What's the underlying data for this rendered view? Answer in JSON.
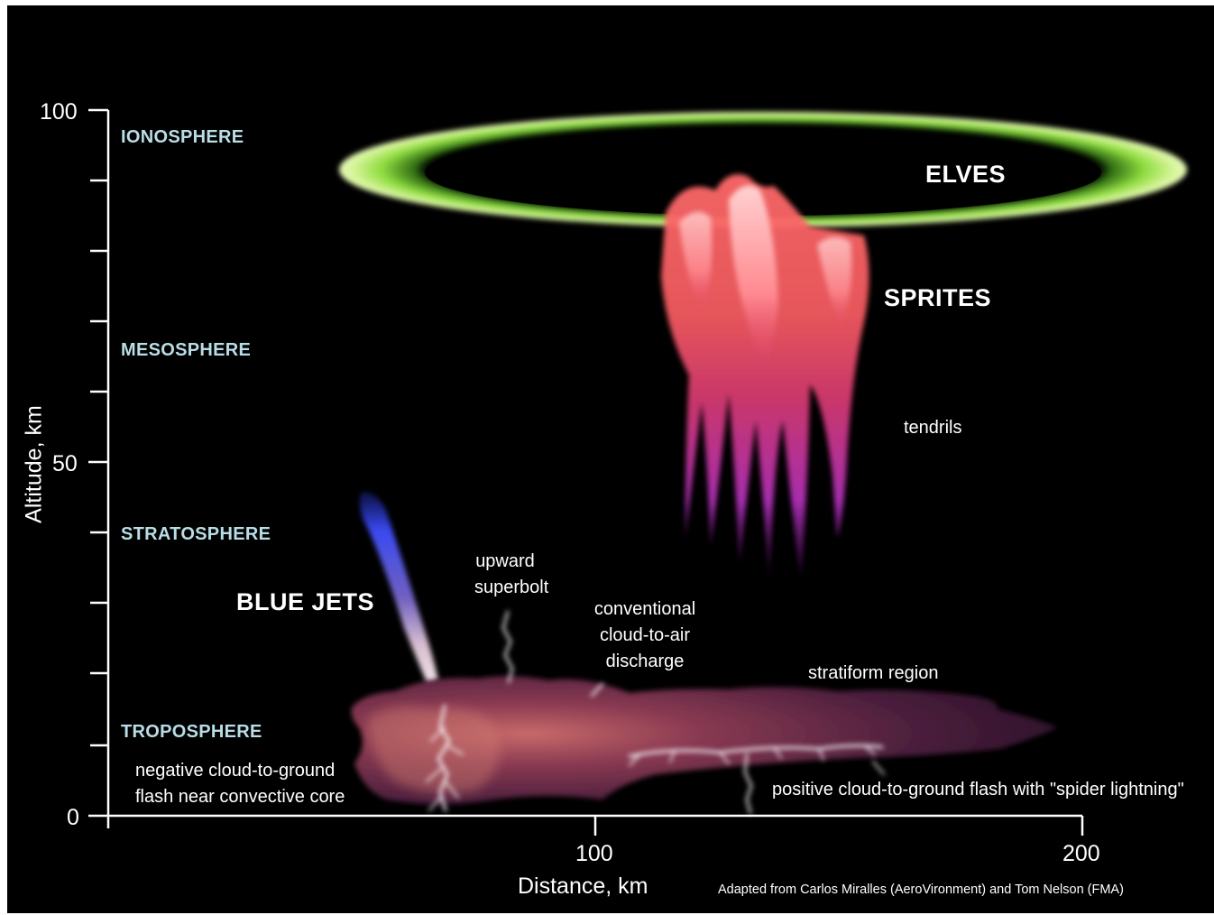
{
  "axes": {
    "y_label": "Altitude, km",
    "x_label": "Distance, km",
    "y_ticks": [
      "100",
      "50",
      "0"
    ],
    "x_ticks": [
      "100",
      "200"
    ]
  },
  "layers": {
    "ionosphere": "IONOSPHERE",
    "mesosphere": "MESOSPHERE",
    "stratosphere": "STRATOSPHERE",
    "troposphere": "TROPOSPHERE"
  },
  "phenomena": {
    "elves": "ELVES",
    "sprites": "SPRITES",
    "tendrils": "tendrils",
    "blue_jets": "BLUE JETS"
  },
  "annotations": {
    "upward_superbolt": [
      "upward",
      "superbolt"
    ],
    "cloud_to_air": [
      "conventional",
      "cloud-to-air",
      "discharge"
    ],
    "stratiform": "stratiform region",
    "negative_cg": [
      "negative cloud-to-ground",
      "flash near convective core"
    ],
    "positive_cg": "positive cloud-to-ground flash with \"spider lightning\""
  },
  "credit": "Adapted from Carlos Miralles (AeroVironment) and Tom Nelson (FMA)",
  "colors": {
    "background": "#000000",
    "layer_text": "#b9dde6",
    "elves": "#9be34a",
    "sprites": "#f05858",
    "tendrils": "#c43cc4",
    "blue_jet": "#3a45e8",
    "cloud": "#6a2c4a"
  }
}
